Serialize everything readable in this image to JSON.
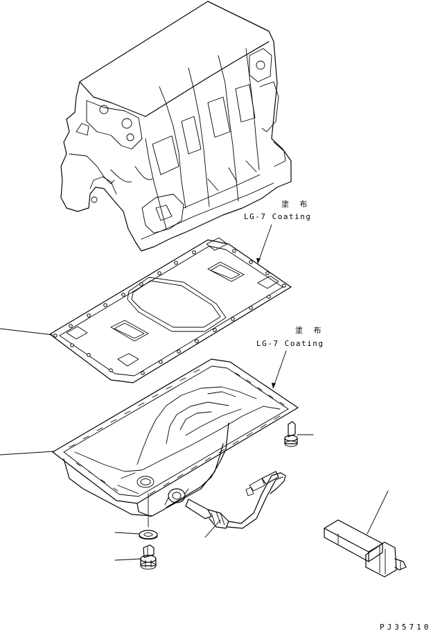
{
  "annotations": [
    {
      "id": "coating-1",
      "jp": "塗 布",
      "en": "LG-7 Coating"
    },
    {
      "id": "coating-2",
      "jp": "塗 布",
      "en": "LG-7 Coating"
    }
  ],
  "drawing_code": "PJ35710"
}
